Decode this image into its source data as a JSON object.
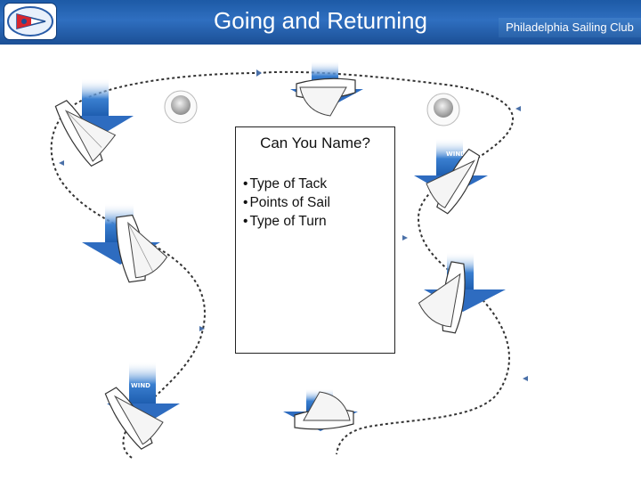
{
  "header": {
    "title": "Going and Returning",
    "club_name": "Philadelphia Sailing Club"
  },
  "question_box": {
    "title": "Can You Name?",
    "items": [
      "Type of Tack",
      "Points of Sail",
      "Type of Turn"
    ]
  },
  "diagram": {
    "wind_label": "WIND",
    "colors": {
      "header_blue": "#1f5fae",
      "wind_arrow_blue": "#3a7fd0",
      "path": "#333333"
    }
  }
}
